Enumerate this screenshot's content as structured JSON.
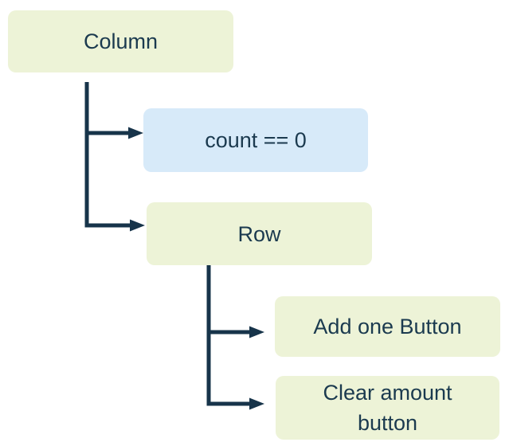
{
  "diagram": {
    "kind": "widget-tree",
    "colors": {
      "widget_fill": "#edf3d7",
      "condition_fill": "#d7eaf9",
      "connector": "#17344a",
      "text": "#1b3a4f",
      "background": "#ffffff"
    },
    "nodes": [
      {
        "id": "column",
        "label": "Column",
        "type": "widget"
      },
      {
        "id": "count-condition",
        "label": "count == 0",
        "type": "condition"
      },
      {
        "id": "row",
        "label": "Row",
        "type": "widget"
      },
      {
        "id": "add-one-button",
        "label": "Add one Button",
        "type": "widget"
      },
      {
        "id": "clear-amount-button",
        "label": "Clear amount button",
        "type": "widget"
      }
    ],
    "edges": [
      {
        "from": "column",
        "to": "count-condition"
      },
      {
        "from": "column",
        "to": "row"
      },
      {
        "from": "row",
        "to": "add-one-button"
      },
      {
        "from": "row",
        "to": "clear-amount-button"
      }
    ]
  }
}
